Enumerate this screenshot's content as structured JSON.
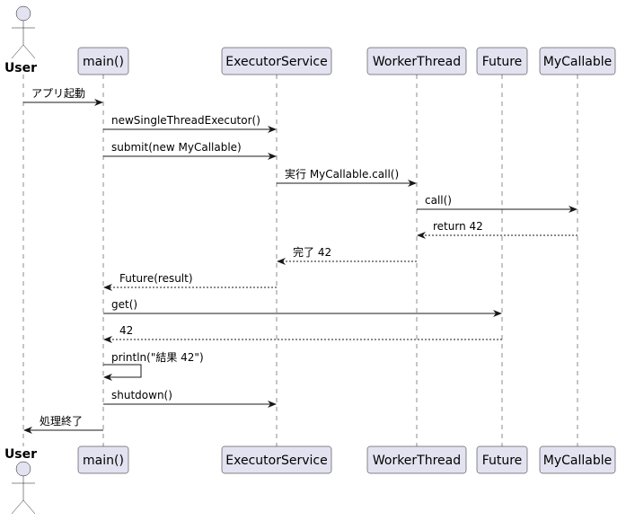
{
  "participants": [
    {
      "id": "user",
      "label": "User",
      "kind": "actor"
    },
    {
      "id": "main",
      "label": "main()",
      "kind": "participant"
    },
    {
      "id": "exec",
      "label": "ExecutorService",
      "kind": "participant"
    },
    {
      "id": "worker",
      "label": "WorkerThread",
      "kind": "participant"
    },
    {
      "id": "future",
      "label": "Future",
      "kind": "participant"
    },
    {
      "id": "callable",
      "label": "MyCallable",
      "kind": "participant"
    }
  ],
  "messages": [
    {
      "from": "user",
      "to": "main",
      "label": "アプリ起動",
      "style": "solid"
    },
    {
      "from": "main",
      "to": "exec",
      "label": "newSingleThreadExecutor()",
      "style": "solid"
    },
    {
      "from": "main",
      "to": "exec",
      "label": "submit(new MyCallable)",
      "style": "solid"
    },
    {
      "from": "exec",
      "to": "worker",
      "label": "実行 MyCallable.call()",
      "style": "solid"
    },
    {
      "from": "worker",
      "to": "callable",
      "label": "call()",
      "style": "solid"
    },
    {
      "from": "callable",
      "to": "worker",
      "label": "return 42",
      "style": "dashed"
    },
    {
      "from": "worker",
      "to": "exec",
      "label": "完了 42",
      "style": "dashed"
    },
    {
      "from": "exec",
      "to": "main",
      "label": "Future(result)",
      "style": "dashed"
    },
    {
      "from": "main",
      "to": "future",
      "label": "get()",
      "style": "solid"
    },
    {
      "from": "future",
      "to": "main",
      "label": "42",
      "style": "dashed"
    },
    {
      "from": "main",
      "to": "main",
      "label": "println(\"結果  42\")",
      "style": "solid"
    },
    {
      "from": "main",
      "to": "exec",
      "label": "shutdown()",
      "style": "solid"
    },
    {
      "from": "main",
      "to": "user",
      "label": "処理終了",
      "style": "solid"
    }
  ]
}
